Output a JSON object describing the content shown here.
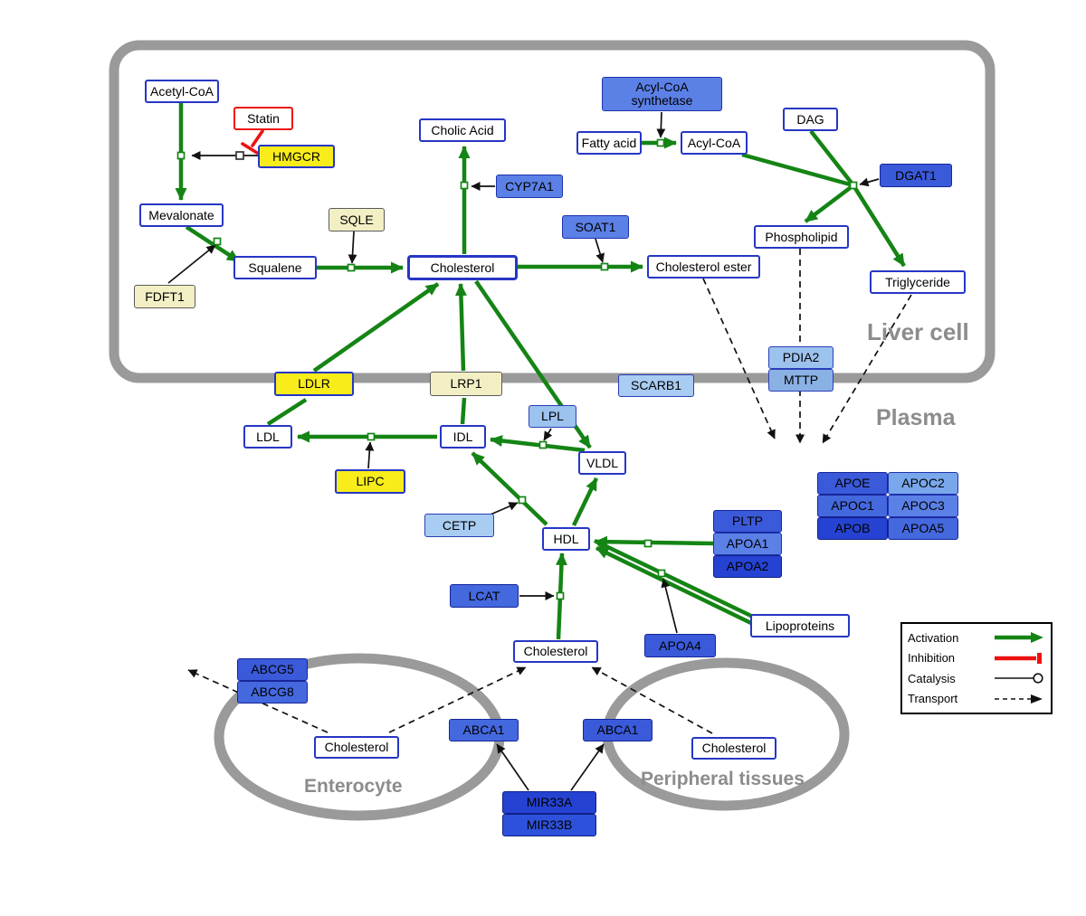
{
  "compartments": {
    "liver_label": "Liver cell",
    "plasma_label": "Plasma",
    "enterocyte_label": "Enterocyte",
    "peripheral_label": "Peripheral tissues"
  },
  "nodes": {
    "acetyl_coa": "Acetyl-CoA",
    "statin": "Statin",
    "hmgcr": "HMGCR",
    "mevalonate": "Mevalonate",
    "sqle": "SQLE",
    "fdft1": "FDFT1",
    "squalene": "Squalene",
    "cholesterol_liver": "Cholesterol",
    "cholic_acid": "Cholic Acid",
    "cyp7a1": "CYP7A1",
    "soat1": "SOAT1",
    "cholesterol_ester": "Cholesterol ester",
    "acyl_coa_synthetase": "Acyl-CoA synthetase",
    "fatty_acid": "Fatty acid",
    "acyl_coa": "Acyl-CoA",
    "dag": "DAG",
    "dgat1": "DGAT1",
    "phospholipid": "Phospholipid",
    "triglyceride": "Triglyceride",
    "pdia2": "PDIA2",
    "mttp": "MTTP",
    "ldlr": "LDLR",
    "lrp1": "LRP1",
    "scarb1": "SCARB1",
    "ldl": "LDL",
    "idl": "IDL",
    "lpl": "LPL",
    "vldl": "VLDL",
    "lipc": "LIPC",
    "cetp": "CETP",
    "hdl": "HDL",
    "pltp": "PLTP",
    "apoa1": "APOA1",
    "apoa2": "APOA2",
    "lcat": "LCAT",
    "apoa4": "APOA4",
    "lipoproteins": "Lipoproteins",
    "apoe": "APOE",
    "apoc2": "APOC2",
    "apoc1": "APOC1",
    "apoc3": "APOC3",
    "apob": "APOB",
    "apoa5": "APOA5",
    "cholesterol_center": "Cholesterol",
    "abcg5": "ABCG5",
    "abcg8": "ABCG8",
    "cholesterol_enterocyte": "Cholesterol",
    "abca1_left": "ABCA1",
    "abca1_right": "ABCA1",
    "cholesterol_peripheral": "Cholesterol",
    "mir33a": "MIR33A",
    "mir33b": "MIR33B"
  },
  "legend": {
    "activation": "Activation",
    "inhibition": "Inhibition",
    "catalysis": "Catalysis",
    "transport": "Transport"
  },
  "colors": {
    "activation_green": "#148414",
    "inhibition_red": "#ee1111",
    "transport_black": "#111111",
    "membrane_gray": "#9a9a9a",
    "metabolite_border_blue": "#2636c4",
    "enzyme_yellow": "#f8ec1a",
    "enzyme_pale_yellow": "#f2efc4",
    "gene_blue_light": "#9cc2ee",
    "gene_blue_medium": "#5b80e6",
    "gene_blue_dark": "#2542d2"
  }
}
